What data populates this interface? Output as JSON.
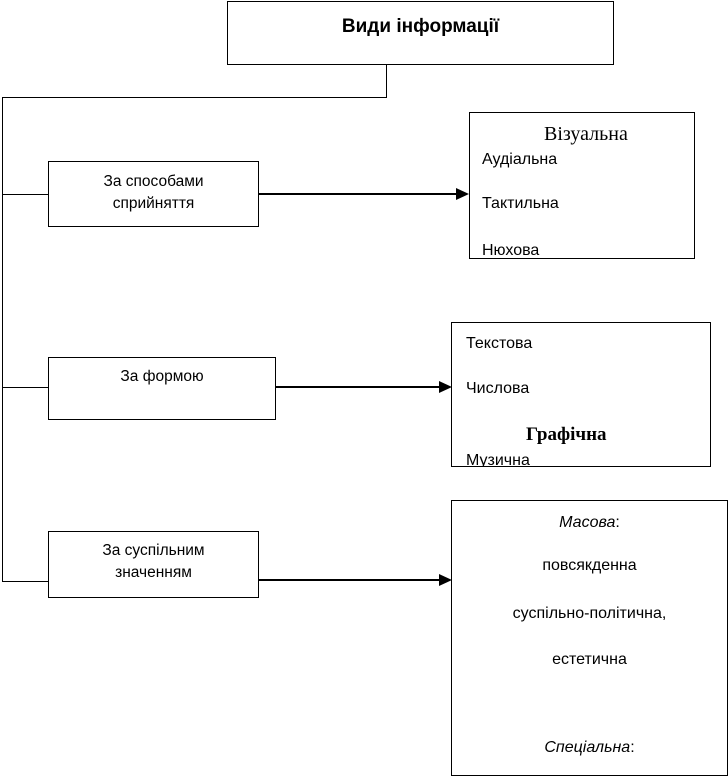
{
  "title": "Види інформації",
  "categories": [
    {
      "label_line1": "За способами",
      "label_line2": "сприйняття"
    },
    {
      "label_line1": "За формою"
    },
    {
      "label_line1": "За суспільним",
      "label_line2": "значенням"
    }
  ],
  "perception": {
    "visual": "Візуальна",
    "audio": "Аудіальна",
    "tactile": "Тактильна",
    "olfactory_partial": "Нюхова"
  },
  "form": {
    "text": "Текстова",
    "numeric": "Числова",
    "graphic": "Графічна",
    "music_partial": "Музична"
  },
  "social": {
    "mass": "Масова",
    "mass_colon": ":",
    "everyday": "повсякденна",
    "sociopolitical": "суспільно-політична,",
    "aesthetic": "естетична",
    "special": "Спеціальна",
    "special_colon": ":"
  }
}
